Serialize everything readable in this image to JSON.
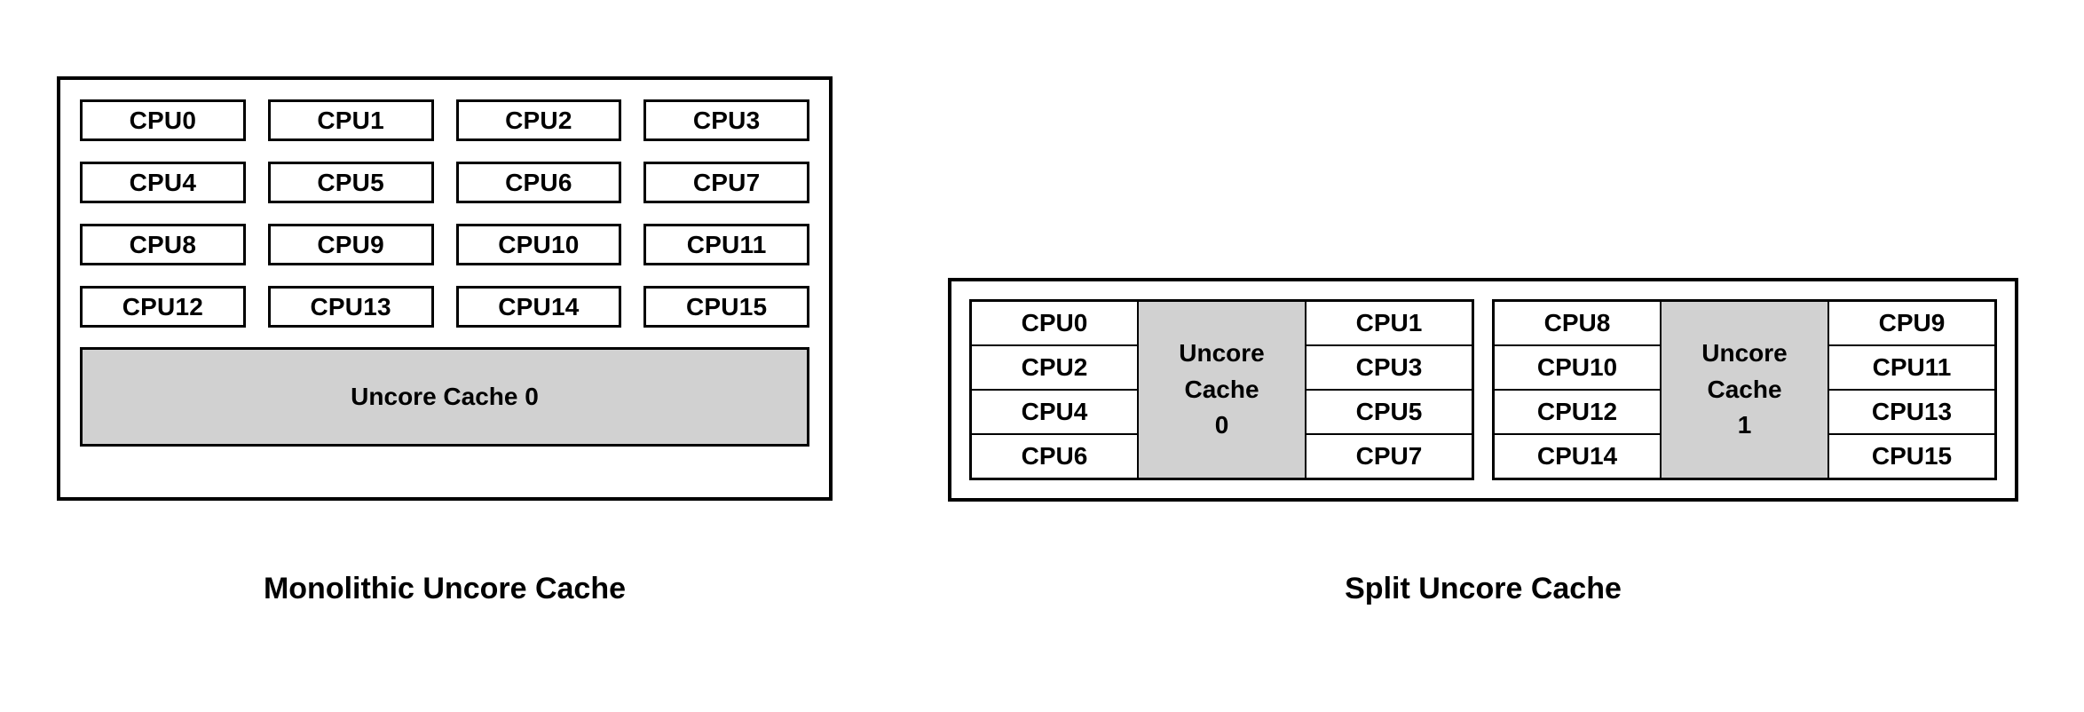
{
  "diagram": {
    "title_implicit": "Uncore Cache Topologies",
    "colors": {
      "cache_fill": "#d1d1d1",
      "box_fill": "#ffffff",
      "stroke": "#000000",
      "background": "#ffffff"
    }
  },
  "monolithic": {
    "caption": "Monolithic Uncore Cache",
    "cpus": [
      "CPU0",
      "CPU1",
      "CPU2",
      "CPU3",
      "CPU4",
      "CPU5",
      "CPU6",
      "CPU7",
      "CPU8",
      "CPU9",
      "CPU10",
      "CPU11",
      "CPU12",
      "CPU13",
      "CPU14",
      "CPU15"
    ],
    "cache_label": "Uncore Cache 0"
  },
  "split": {
    "caption": "Split Uncore Cache",
    "clusters": [
      {
        "left_cpus": [
          "CPU0",
          "CPU2",
          "CPU4",
          "CPU6"
        ],
        "cache_lines": [
          "Uncore",
          "Cache",
          "0"
        ],
        "right_cpus": [
          "CPU1",
          "CPU3",
          "CPU5",
          "CPU7"
        ]
      },
      {
        "left_cpus": [
          "CPU8",
          "CPU10",
          "CPU12",
          "CPU14"
        ],
        "cache_lines": [
          "Uncore",
          "Cache",
          "1"
        ],
        "right_cpus": [
          "CPU9",
          "CPU11",
          "CPU13",
          "CPU15"
        ]
      }
    ]
  }
}
